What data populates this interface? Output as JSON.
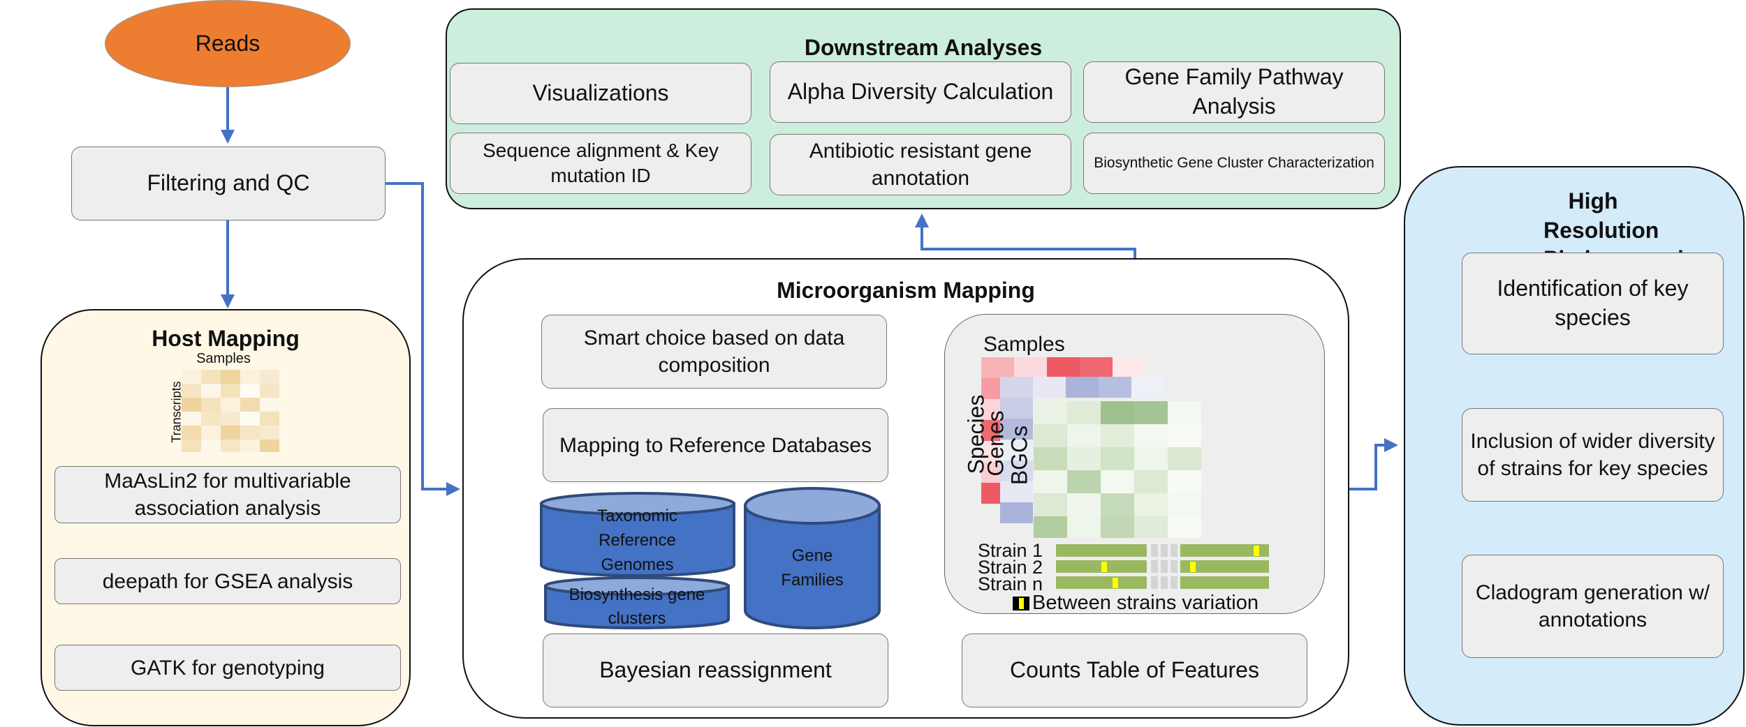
{
  "reads": {
    "label": "Reads"
  },
  "filtering": {
    "label": "Filtering and QC"
  },
  "host_mapping": {
    "title": "Host Mapping",
    "heatmap": {
      "x_label": "Samples",
      "y_label": "Transcripts"
    },
    "steps": [
      "MaAsLin2 for multivariable association analysis",
      "deepath for GSEA analysis",
      "GATK for genotyping"
    ]
  },
  "downstream": {
    "title": "Downstream Analyses",
    "items": [
      "Visualizations",
      "Alpha Diversity Calculation",
      "Gene Family Pathway Analysis",
      "Sequence alignment & Key mutation ID",
      "Antibiotic resistant gene annotation",
      "Biosynthetic Gene Cluster Characterization"
    ]
  },
  "micro": {
    "title": "Microorganism Mapping",
    "smart_choice": "Smart choice based on data composition",
    "mapping_ref": "Mapping to Reference Databases",
    "databases": {
      "taxonomic": "Taxonomic Reference Genomes",
      "biosynthesis": "Biosynthesis gene clusters",
      "gene_families": "Gene Families"
    },
    "bayesian": "Bayesian reassignment",
    "counts_table": "Counts Table of Features",
    "matrix": {
      "samples": "Samples",
      "species": "Species",
      "genes": "Genes",
      "bgcs": "BGCs",
      "strains": [
        "Strain 1",
        "Strain 2",
        "Strain n"
      ],
      "variation": "Between strains variation"
    }
  },
  "phylo": {
    "title": "High Resolution Phylogenomics",
    "items": [
      "Identification of key species",
      "Inclusion of wider diversity of strains for key species",
      "Cladogram generation w/ annotations"
    ]
  },
  "colors": {
    "arrow": "#4472c4",
    "reads_fill": "#ed7d31",
    "host_bg": "#fff8e7",
    "downstream_bg": "#cdeedd",
    "phylo_bg": "#d4ebfa",
    "db_fill": "#4472c4",
    "db_top": "#8eaadb",
    "strain_bar": "#9ab85f",
    "mutation": "#ffff00"
  }
}
